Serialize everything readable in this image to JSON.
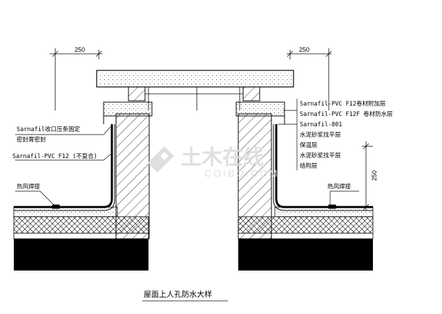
{
  "dimensions": {
    "left_top": "250",
    "right_top": "250",
    "right_vertical": "250"
  },
  "left_notes": {
    "cap_strip_line1": "Sarnafil收口压条固定",
    "cap_strip_line2": "密封膏密封",
    "membrane": "Sarnafil-PVC F12 (不复合)",
    "weld": "热风焊接"
  },
  "right_notes": {
    "layers": [
      "Sarnafil-PVC F12卷材附加层",
      "Sarnafil-PVC F12F 卷材防水层",
      "Sarnafil-801",
      "水泥砂浆找平层",
      "保温层",
      "水泥砂浆找平层",
      "结构层"
    ],
    "weld": "热风焊接"
  },
  "title": "屋面上人孔防水大样",
  "watermark": {
    "main": "土木在线",
    "sub": "COIBO.COM"
  },
  "colors": {
    "line": "#000000",
    "fill_black": "#000000",
    "watermark": "#dcdcdc"
  }
}
